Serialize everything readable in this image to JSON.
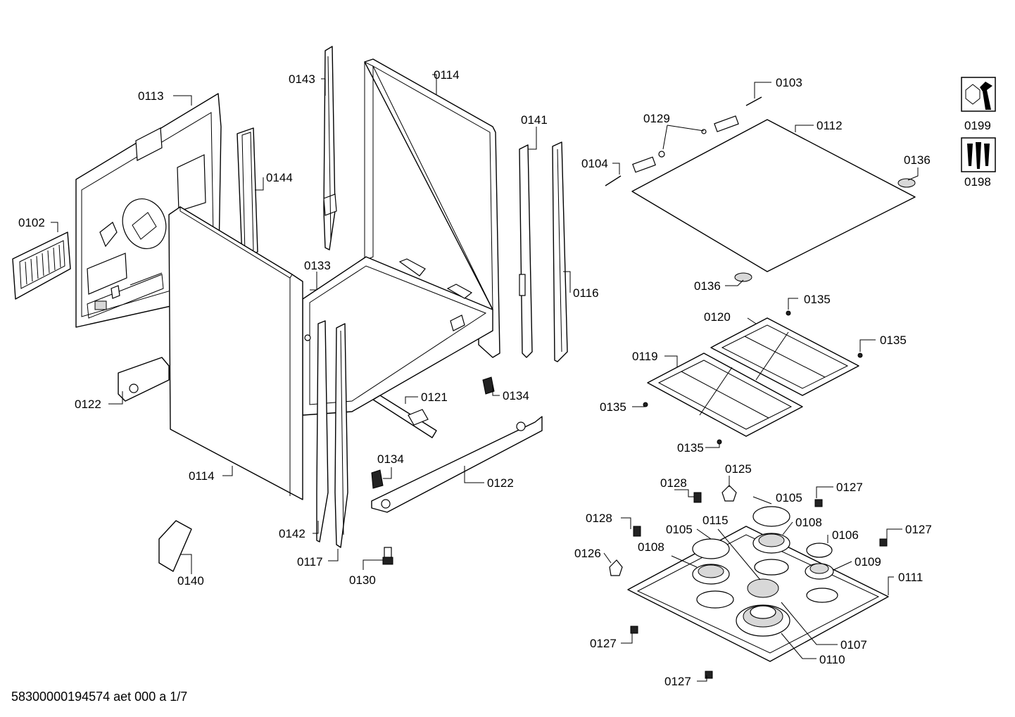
{
  "document_code": "58300000194574 aet 000 a 1/7",
  "labels": {
    "p0113": "0113",
    "p0143": "0143",
    "p0114a": "0114",
    "p0141": "0141",
    "p0103": "0103",
    "p0129": "0129",
    "p0112": "0112",
    "p0199": "0199",
    "p0198": "0198",
    "p0104": "0104",
    "p0136a": "0136",
    "p0144": "0144",
    "p0102": "0102",
    "p0133": "0133",
    "p0116": "0116",
    "p0136b": "0136",
    "p0135a": "0135",
    "p0120": "0120",
    "p0135b": "0135",
    "p0119": "0119",
    "p0122a": "0122",
    "p0121": "0121",
    "p0134a": "0134",
    "p0135c": "0135",
    "p0135d": "0135",
    "p0134b": "0134",
    "p0125": "0125",
    "p0114b": "0114",
    "p0122b": "0122",
    "p0128a": "0128",
    "p0127a": "0127",
    "p0105a": "0105",
    "p0128b": "0128",
    "p0108a": "0108",
    "p0106": "0106",
    "p0127b": "0127",
    "p0105b": "0105",
    "p0115": "0115",
    "p0142": "0142",
    "p0108b": "0108",
    "p0126": "0126",
    "p0109": "0109",
    "p0117": "0117",
    "p0130": "0130",
    "p0140": "0140",
    "p0111": "0111",
    "p0127c": "0127",
    "p0107": "0107",
    "p0110": "0110",
    "p0127d": "0127"
  }
}
